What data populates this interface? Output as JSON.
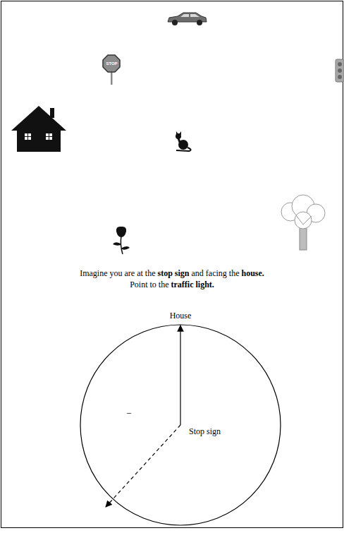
{
  "diagram": {
    "nodes": [
      {
        "text": [
          "House",
          "–",
          "Stop sign"
        ]
      }
    ],
    "labels": [
      "STOP",
      "Imagine you are at the",
      "stop sign",
      "and facing the",
      "house.",
      "Point to the",
      "traffic light."
    ]
  }
}
